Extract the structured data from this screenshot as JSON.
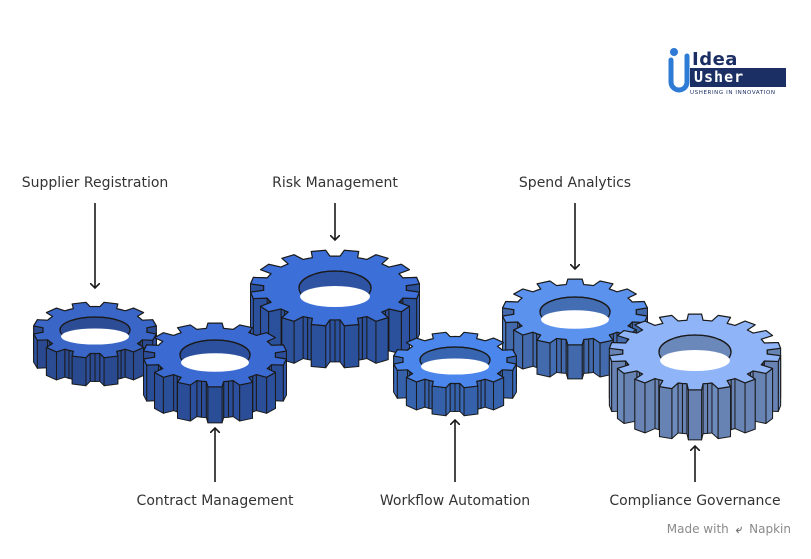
{
  "brand": {
    "word1": "Idea",
    "word2": "Usher",
    "tagline": "USHERING IN INNOVATION",
    "colors": {
      "navy": "#1c2f64",
      "blue": "#2e7bd6"
    }
  },
  "gears": [
    {
      "label": "Supplier Registration",
      "color": "#3a66c8"
    },
    {
      "label": "Contract Management",
      "color": "#3b6bd2"
    },
    {
      "label": "Risk Management",
      "color": "#3c6fd8"
    },
    {
      "label": "Workflow Automation",
      "color": "#4a86ec"
    },
    {
      "label": "Spend Analytics",
      "color": "#5b92ee"
    },
    {
      "label": "Compliance Governance",
      "color": "#8fb5f8"
    }
  ],
  "watermark": {
    "prefix": "Made with",
    "icon": "napkin-logo-icon",
    "name": "Napkin"
  }
}
